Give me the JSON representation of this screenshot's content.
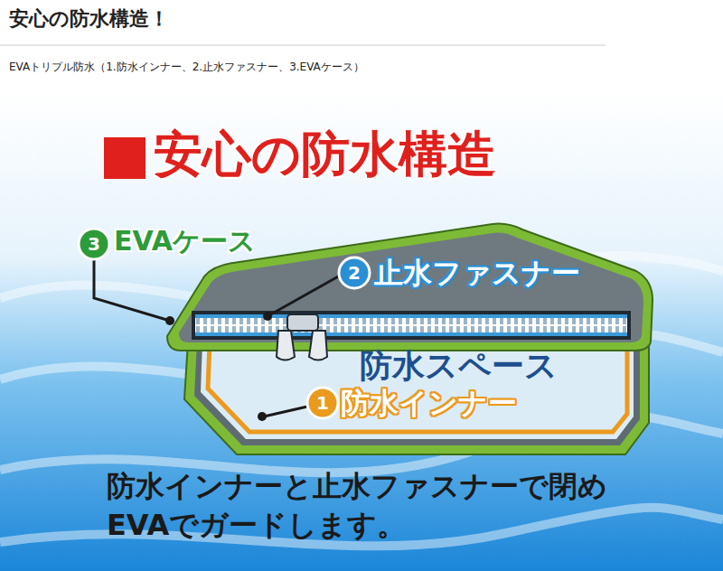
{
  "diagram": {
    "title": "安心の防水構造！",
    "labels": [
      "EVAトリプル防水（1.防水インナー、2.止水ファスナー、3.EVAケース）",
      "安心の防水構造",
      "3",
      "EVAケース",
      "2",
      "止水ファスナー",
      "防水スペース",
      "1",
      "防水インナー",
      "防水インナーと止水ファスナーで閉め",
      "EVAでガードします。"
    ]
  }
}
